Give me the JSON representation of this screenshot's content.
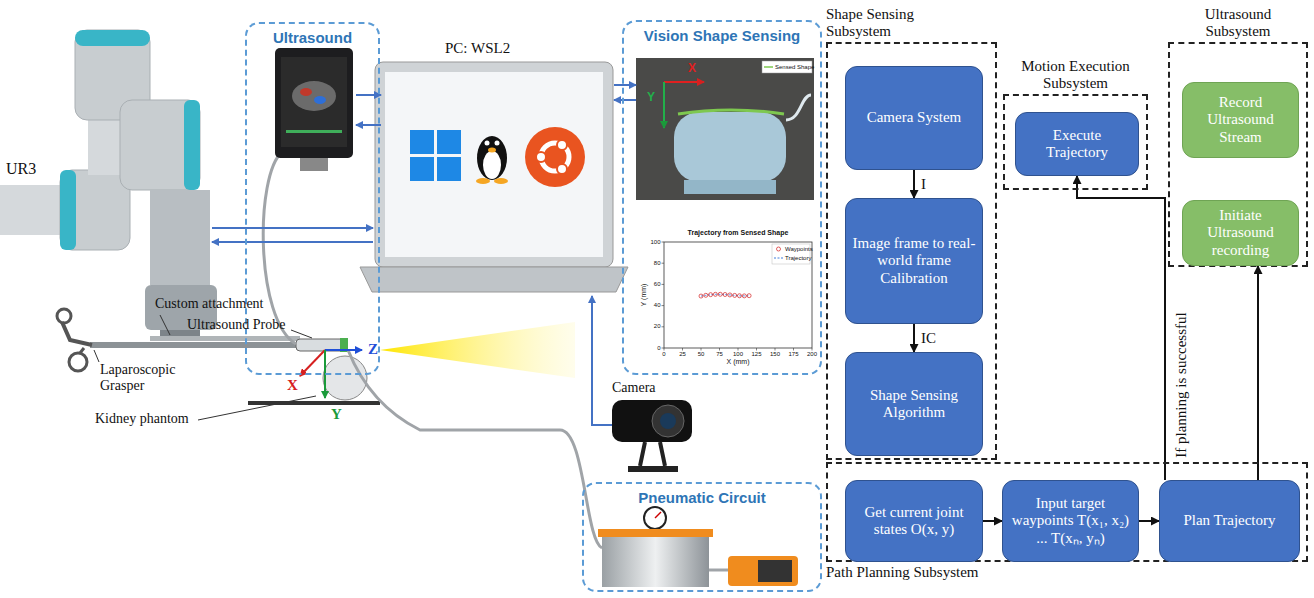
{
  "diagram": {
    "nodes": [
      {
        "text": [
          "Ultrasound"
        ]
      },
      {
        "text": [
          "Vision Shape Sensing"
        ]
      },
      {
        "text": [
          "Pneumatic Circuit"
        ]
      },
      {
        "text": [
          "Shape Sensing Subsystem"
        ]
      },
      {
        "text": [
          "Camera System"
        ],
        "in": 3
      },
      {
        "text": [
          "Image frame to real-world frame Calibration"
        ],
        "in": 3
      },
      {
        "text": [
          "Shape Sensing Algorithm"
        ],
        "in": 3
      },
      {
        "text": [
          "Motion Execution Subsystem"
        ]
      },
      {
        "text": [
          "Execute Trajectory"
        ],
        "in": 7
      },
      {
        "text": [
          "Ultrasound Subsystem"
        ]
      },
      {
        "text": [
          "Record Ultrasound Stream"
        ],
        "in": 9
      },
      {
        "text": [
          "Initiate Ultrasound recording"
        ],
        "in": 9
      },
      {
        "text": [
          "Path Planning Subsystem"
        ]
      },
      {
        "text": [
          "Get current joint states O(x, y)"
        ],
        "in": 12
      },
      {
        "text": [
          "Input target waypoints T(x₁, x₂) ... T(xₙ, yₙ)"
        ],
        "in": 12
      },
      {
        "text": [
          "Plan Trajectory"
        ],
        "in": 12
      }
    ],
    "edges": [
      {
        "from": 4,
        "to": 5,
        "label": "I",
        "arrow": "to"
      },
      {
        "from": 5,
        "to": 6,
        "label": "IC",
        "arrow": "to"
      },
      {
        "from": 13,
        "to": 14,
        "arrow": "to"
      },
      {
        "from": 14,
        "to": 15,
        "arrow": "to"
      },
      {
        "from": 15,
        "to": 8,
        "label": "If planning is successful",
        "arrow": "to"
      },
      {
        "from": 15,
        "to": 11,
        "arrow": "to"
      }
    ],
    "labels": [
      "UR3",
      "PC: WSL2",
      "Custom attachment",
      "Ultrasound Probe",
      "Laparoscopic Grasper",
      "Kidney phantom",
      "Camera",
      "Z",
      "X",
      "Y",
      "X",
      "Y",
      "Trajectory from Sensed Shape",
      "Y (mm)",
      "X (mm)",
      "0",
      "25",
      "50",
      "75",
      "100",
      "125",
      "150",
      "175",
      "200",
      "0",
      "20",
      "40",
      "60",
      "80",
      "100"
    ],
    "legend": [
      {
        "text": "Sensed Shape"
      },
      {
        "text": "Waypoints"
      },
      {
        "text": "Trajectory"
      }
    ]
  }
}
